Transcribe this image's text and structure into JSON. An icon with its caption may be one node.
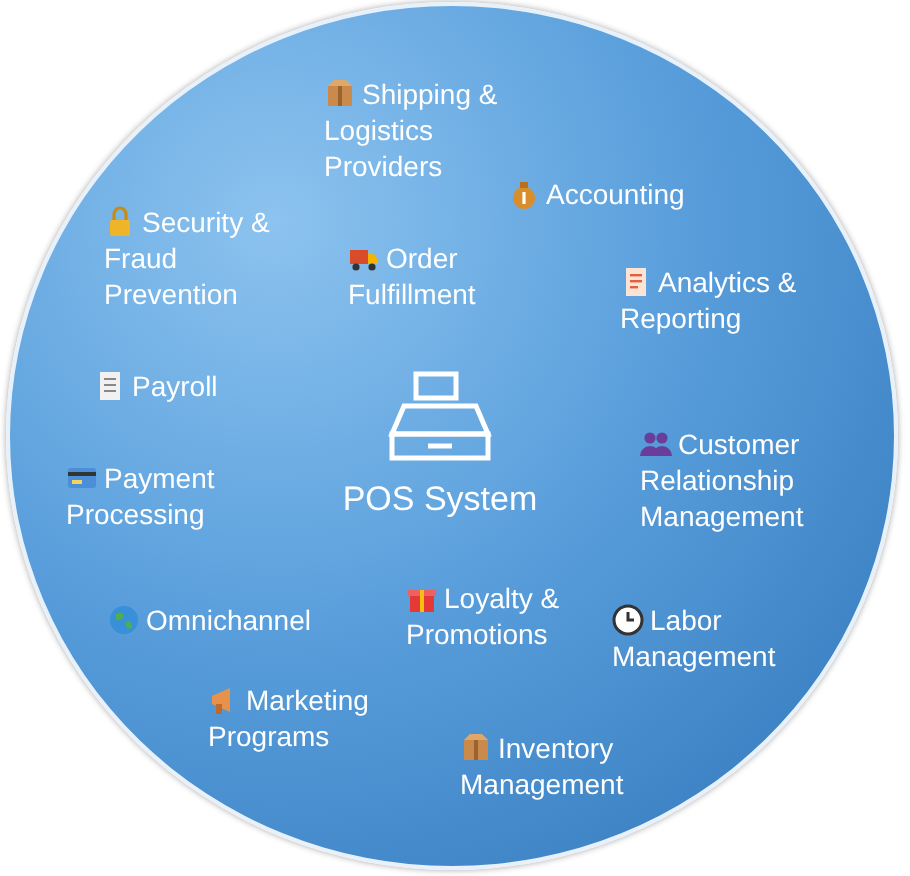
{
  "diagram": {
    "labels": [
      "Shipping & Logistics Providers",
      "Accounting",
      "Security & Fraud Prevention",
      "Order Fulfillment",
      "Analytics & Reporting",
      "Payroll",
      "POS System",
      "Customer Relationship Management",
      "Payment Processing",
      "Omnichannel",
      "Loyalty & Promotions",
      "Labor Management",
      "Marketing Programs",
      "Inventory Management"
    ]
  }
}
